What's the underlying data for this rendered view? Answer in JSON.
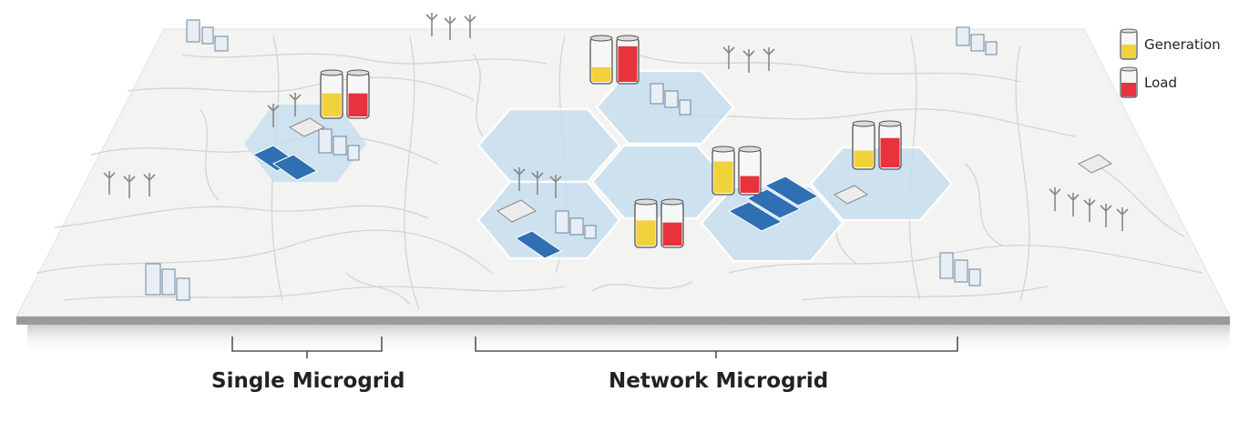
{
  "legend": {
    "generation": "Generation",
    "load": "Load"
  },
  "labels": {
    "single": "Single Microgrid",
    "network": "Network Microgrid"
  },
  "colors": {
    "generation": "#f2d23a",
    "load": "#e8323c",
    "hex_fill": "#c7deef",
    "solar": "#2f6fb3",
    "ground": "#f3f3f1",
    "edge": "#9a9a9a"
  },
  "microgrids": [
    {
      "name": "single",
      "generation_level": 0.55,
      "load_level": 0.55
    },
    {
      "name": "network-top",
      "generation_level": 0.35,
      "load_level": 0.85
    },
    {
      "name": "network-center",
      "generation_level": 0.75,
      "load_level": 0.4
    },
    {
      "name": "network-bottom",
      "generation_level": 0.6,
      "load_level": 0.55
    },
    {
      "name": "network-right",
      "generation_level": 0.4,
      "load_level": 0.7
    }
  ]
}
